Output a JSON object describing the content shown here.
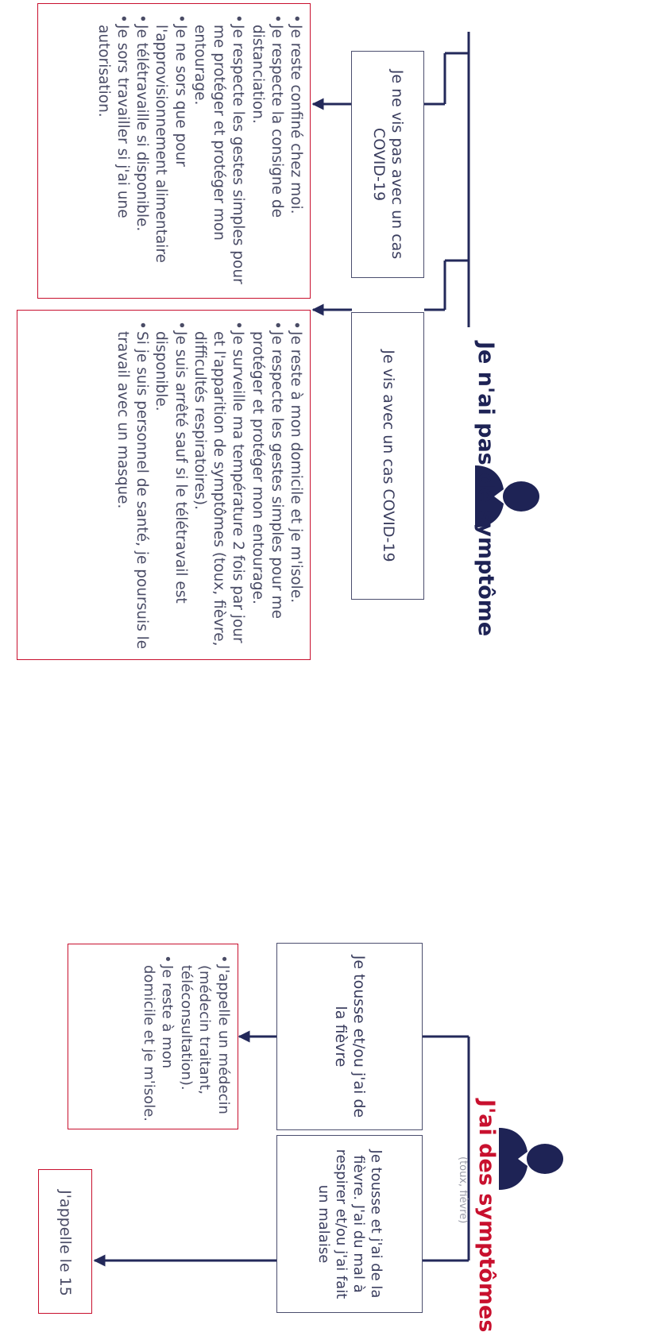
{
  "no_symptom": {
    "title": "Je n'ai pas de symptôme",
    "case_a": {
      "situation": "Je ne vis pas avec un cas COVID-19",
      "actions": [
        "Je reste confiné chez moi.",
        "Je respecte la consigne de distanciation.",
        "Je respecte les gestes simples pour me protéger et protéger mon entourage.",
        "Je ne sors que pour l'approvisionnement alimentaire",
        "Je télétravaille si disponible.",
        "Je sors travailler si j'ai une autorisation."
      ]
    },
    "case_b": {
      "situation": "Je vis avec un cas COVID-19",
      "actions": [
        "Je reste à mon domicile et je m'isole.",
        "Je respecte les gestes simples pour me protéger et protéger mon entourage.",
        "Je surveille ma température 2 fois par jour et l'apparition de symptômes (toux, fièvre, difficultés respiratoires).",
        "Je suis arrêté sauf si le télétravail est disponible.",
        "Si je suis personnel de santé, je poursuis le travail avec un masque."
      ]
    }
  },
  "symptoms": {
    "title": "J'ai des symptômes",
    "subtitle": "(toux, fièvre)",
    "case_a": {
      "situation": "Je tousse et/ou j'ai de la fièvre",
      "actions": [
        "J'appelle un médecin (médecin traitant, téléconsultation).",
        "Je reste à mon domicile et je m'isole."
      ]
    },
    "case_b": {
      "situation": "Je tousse et j'ai de la fièvre. J'ai du mal à respirer et/ou j'ai fait un malaise",
      "action": "J'appelle le 15"
    }
  },
  "colors": {
    "navy": "#1e2355",
    "accent_red": "#c8102e",
    "box_border": "#4b4e6e"
  },
  "icons": [
    "person-silhouette-icon",
    "person-silhouette-icon"
  ]
}
